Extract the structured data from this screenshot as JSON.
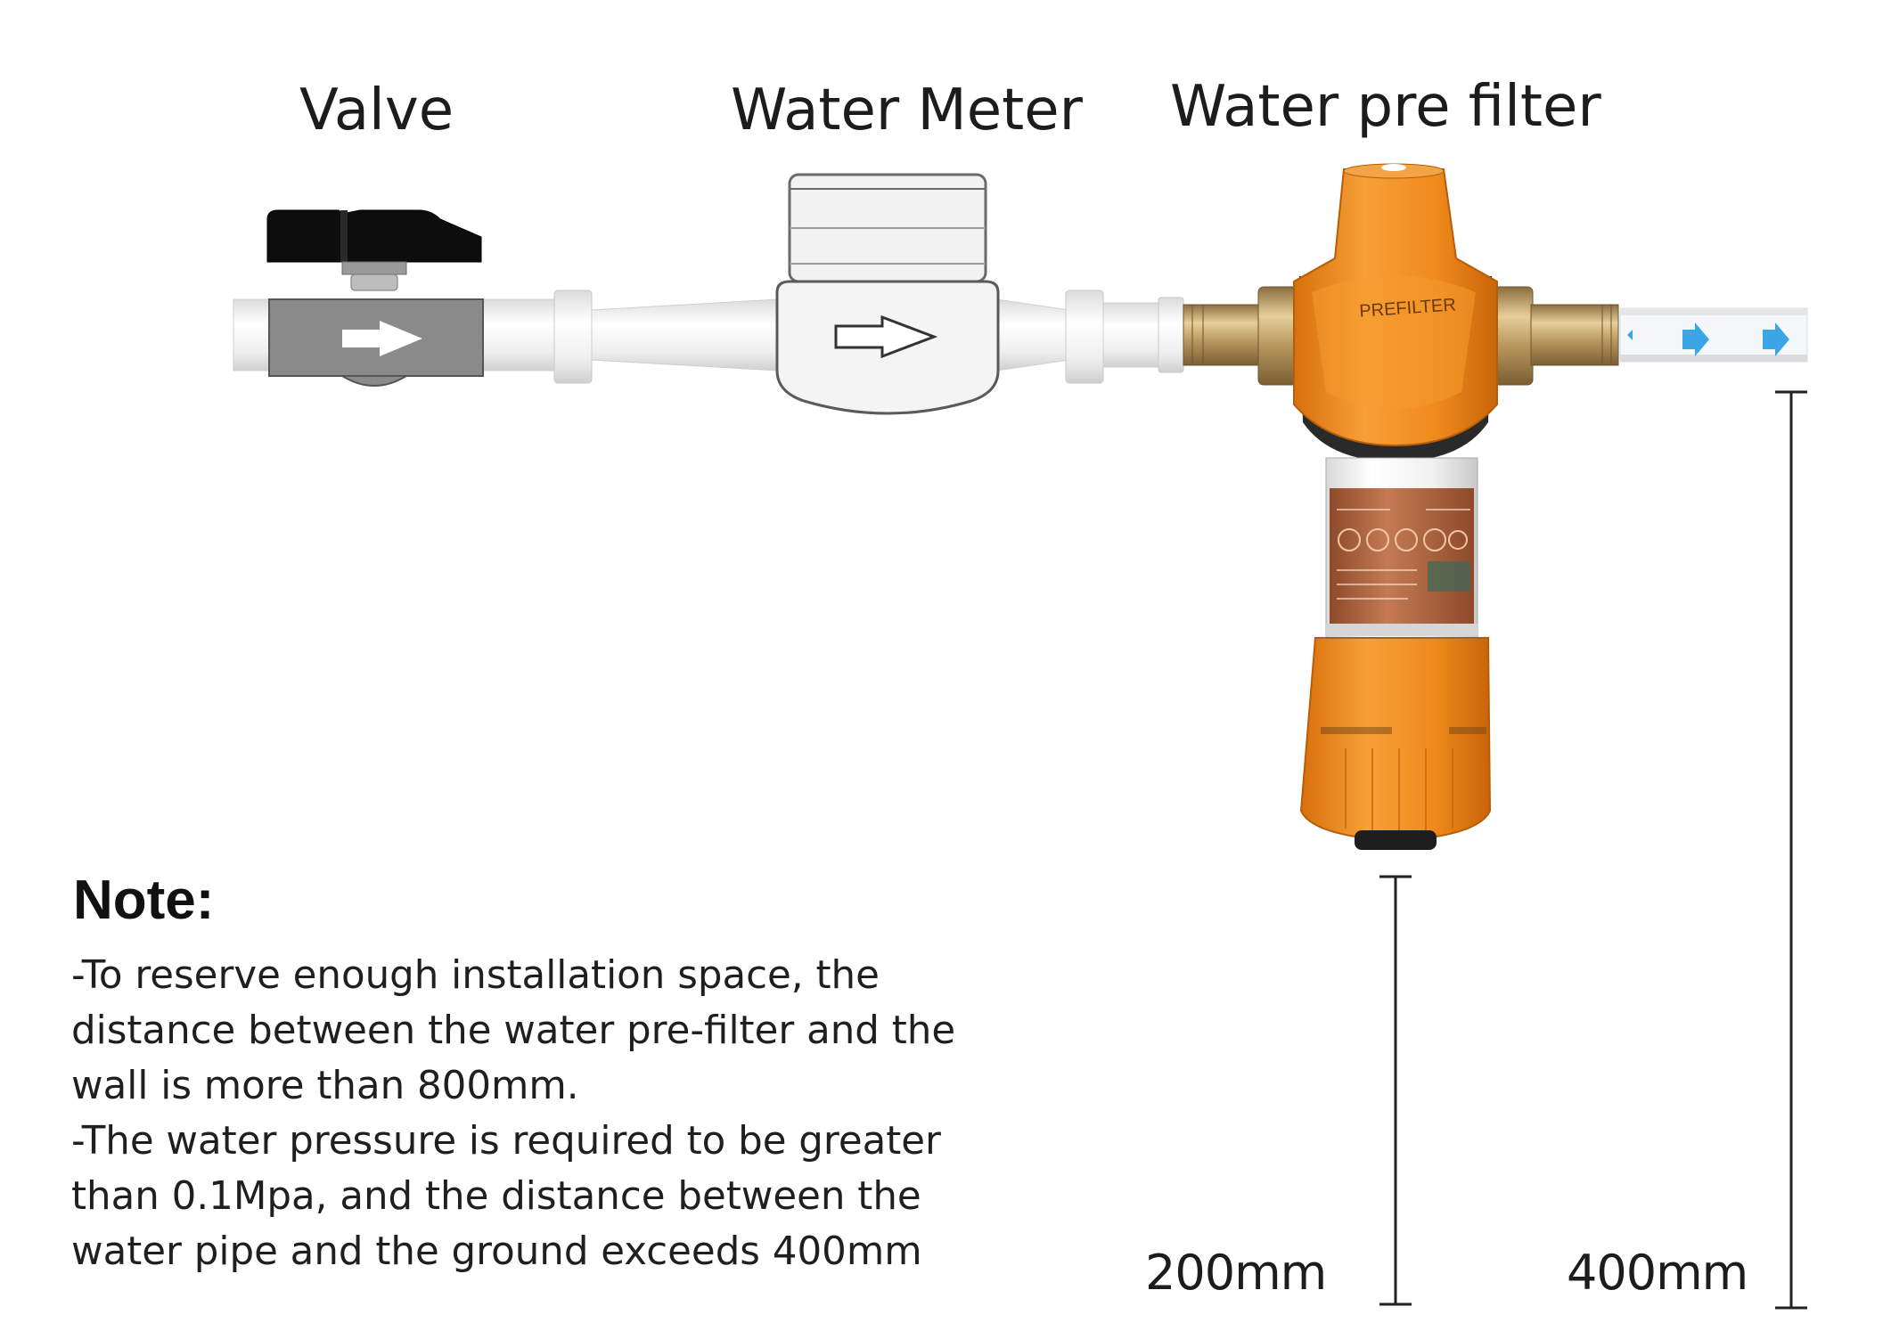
{
  "labels": {
    "valve": "Valve",
    "water_meter": "Water Meter",
    "water_pre_filter": "Water pre filter"
  },
  "filter_badge": "PREFILTER",
  "note": {
    "title": "Note:",
    "lines": [
      "-To reserve enough installation space, the",
      "distance between the water pre-filter and the",
      "wall is more than 800mm.",
      "-The water pressure is required to be greater",
      "than 0.1Mpa, and the distance between the",
      "water pipe and the ground exceeds 400mm"
    ]
  },
  "dimensions": {
    "filter_clearance": "200mm",
    "pipe_height": "400mm"
  },
  "colors": {
    "filter_orange": "#f08a1c",
    "valve_handle": "#111111",
    "valve_body": "#8a8a8a",
    "brass": "#b8975e",
    "flow_arrow": "#3aa6e6",
    "pipe": "#e9e9e9"
  }
}
